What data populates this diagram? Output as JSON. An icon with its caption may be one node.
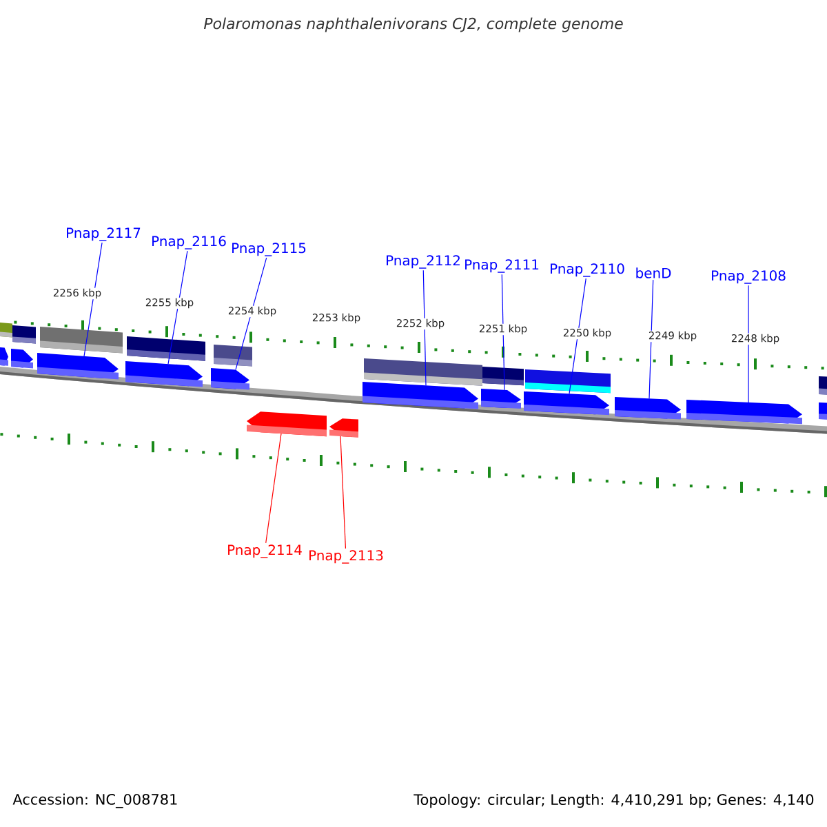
{
  "diagram": {
    "title": "Polaromonas naphthalenivorans CJ2, complete genome",
    "nodes": [
      {
        "text": [
          "Pnap_2117"
        ]
      },
      {
        "text": [
          "Pnap_2116"
        ]
      },
      {
        "text": [
          "Pnap_2115"
        ]
      },
      {
        "text": [
          "Pnap_2112"
        ]
      },
      {
        "text": [
          "Pnap_2111"
        ]
      },
      {
        "text": [
          "Pnap_2110"
        ]
      },
      {
        "text": [
          "benD"
        ]
      },
      {
        "text": [
          "Pnap_2108"
        ]
      },
      {
        "text": [
          "Pnap_2114"
        ]
      },
      {
        "text": [
          "Pnap_2113"
        ]
      },
      {
        "text": [],
        "shape": "pentagon"
      },
      {
        "text": [],
        "shape": "pentagon"
      },
      {
        "text": [],
        "shape": "pentagon"
      },
      {
        "text": [],
        "shape": "pentagon"
      },
      {
        "text": [],
        "shape": "pentagon"
      },
      {
        "text": [],
        "shape": "pentagon"
      },
      {
        "text": [],
        "shape": "pentagon"
      },
      {
        "text": [],
        "shape": "pentagon"
      },
      {
        "text": [],
        "shape": "pentagon"
      },
      {
        "text": [],
        "shape": "pentagon"
      }
    ],
    "edges": [
      {
        "from": 0,
        "to": 10,
        "arrow": "none"
      },
      {
        "from": 1,
        "to": 11,
        "arrow": "none"
      },
      {
        "from": 2,
        "to": 12,
        "arrow": "none"
      },
      {
        "from": 3,
        "to": 15,
        "arrow": "none"
      },
      {
        "from": 4,
        "to": 16,
        "arrow": "none"
      },
      {
        "from": 5,
        "to": 17,
        "arrow": "none"
      },
      {
        "from": 6,
        "to": 18,
        "arrow": "none"
      },
      {
        "from": 7,
        "to": 19,
        "arrow": "none"
      },
      {
        "from": 8,
        "to": 13,
        "arrow": "none",
        "color": "#ff0000"
      },
      {
        "from": 9,
        "to": 14,
        "arrow": "none",
        "color": "#ff0000"
      }
    ],
    "labels": [
      "2256 kbp",
      "2255 kbp",
      "2254 kbp",
      "2253 kbp",
      "2252 kbp",
      "2251 kbp",
      "2250 kbp",
      "2249 kbp",
      "2248 kbp",
      "Accession: NC_008781",
      "Topology: circular; Length: 4,410,291 bp; Genes: 4,140"
    ]
  }
}
